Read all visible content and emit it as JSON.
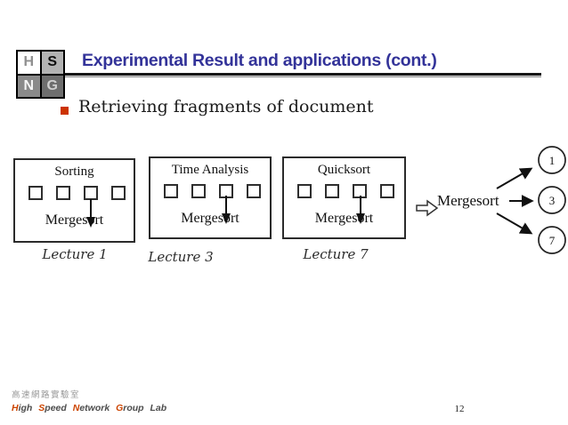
{
  "slide": {
    "title": "Experimental Result and applications (cont.)",
    "page_number": "12"
  },
  "logo": {
    "cells": [
      {
        "letter": "H"
      },
      {
        "letter": "S"
      },
      {
        "letter": "N"
      },
      {
        "letter": "G"
      }
    ]
  },
  "bullet": {
    "text": "Retrieving fragments of document"
  },
  "diagram": {
    "lectures": [
      {
        "title": "Sorting",
        "label": "Lecture 1",
        "result": "Mergesort",
        "checkboxes": 4
      },
      {
        "title": "Time Analysis",
        "label": "Lecture 3",
        "result": "Mergesort",
        "checkboxes": 4
      },
      {
        "title": "Quicksort",
        "label": "Lecture 7",
        "result": "Mergesort",
        "checkboxes": 4
      }
    ],
    "merged_label": "Mergesort",
    "result_nodes": [
      "1",
      "3",
      "7"
    ]
  },
  "footer": {
    "lab_cjk": "高速網路實驗室",
    "lab_words": [
      {
        "initial": "H",
        "rest": "igh"
      },
      {
        "initial": "S",
        "rest": "peed"
      },
      {
        "initial": "N",
        "rest": "etwork"
      },
      {
        "initial": "G",
        "rest": "roup"
      }
    ],
    "lab_suffix": "Lab"
  },
  "colors": {
    "title_blue": "#333399",
    "bullet_red": "#cc3300",
    "initial_orange": "#cc4400",
    "footer_text": "#4d4d4d",
    "cjk_gray": "#999999"
  }
}
